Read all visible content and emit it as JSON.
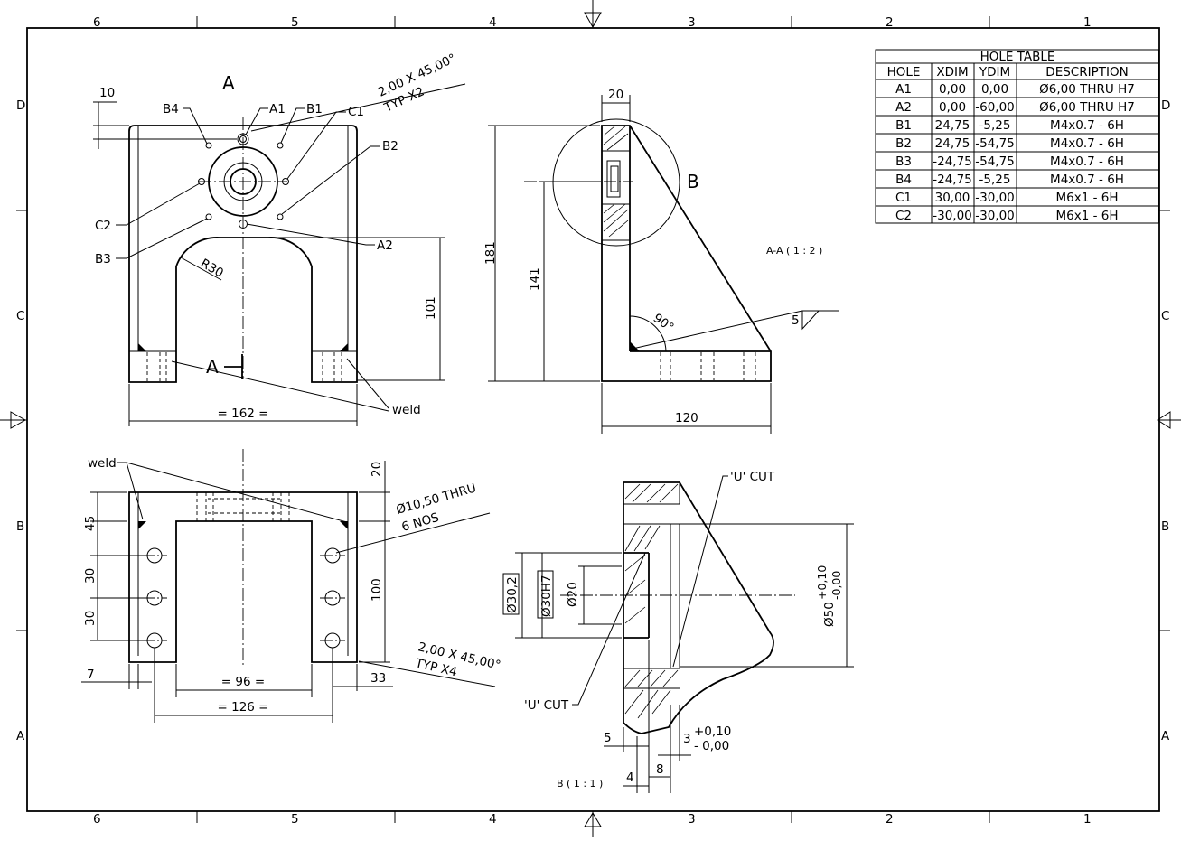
{
  "border": {
    "top_zones": [
      "6",
      "5",
      "4",
      "3",
      "2",
      "1"
    ],
    "side_zones": [
      "D",
      "C",
      "B",
      "A"
    ]
  },
  "hole_table": {
    "title": "HOLE TABLE",
    "columns": [
      "HOLE",
      "XDIM",
      "YDIM",
      "DESCRIPTION"
    ],
    "rows": [
      [
        "A1",
        "0,00",
        "0,00",
        "Ø6,00 THRU H7"
      ],
      [
        "A2",
        "0,00",
        "-60,00",
        "Ø6,00 THRU H7"
      ],
      [
        "B1",
        "24,75",
        "-5,25",
        "M4x0.7 - 6H"
      ],
      [
        "B2",
        "24,75",
        "-54,75",
        "M4x0.7 - 6H"
      ],
      [
        "B3",
        "-24,75",
        "-54,75",
        "M4x0.7 - 6H"
      ],
      [
        "B4",
        "-24,75",
        "-5,25",
        "M4x0.7 - 6H"
      ],
      [
        "C1",
        "30,00",
        "-30,00",
        "M6x1 - 6H"
      ],
      [
        "C2",
        "-30,00",
        "-30,00",
        "M6x1 - 6H"
      ]
    ]
  },
  "front_view": {
    "section_letter": "A",
    "chamfer_note_1": "2,00 X 45,00°",
    "chamfer_note_2": "TYP X2",
    "dim_10": "10",
    "dim_101": "101",
    "dim_162": "= 162 =",
    "radius": "R30",
    "weld": "weld",
    "hole_labels": [
      "B4",
      "A1",
      "B1",
      "C1",
      "B2",
      "C2",
      "B3",
      "A2"
    ]
  },
  "side_view": {
    "dim_20": "20",
    "dim_181": "181",
    "dim_141": "141",
    "dim_120": "120",
    "angle": "90°",
    "detail_letter": "B",
    "weld_size": "5",
    "section_caption": "A-A ( 1 : 2 )"
  },
  "top_view": {
    "weld": "weld",
    "dim_20": "20",
    "dim_45": "45",
    "dim_30a": "30",
    "dim_30b": "30",
    "dim_100": "100",
    "dim_7": "7",
    "dim_96": "= 96 =",
    "dim_126": "= 126 =",
    "dim_33": "33",
    "thru_note_1": "Ø10,50 THRU",
    "thru_note_2": "6 NOS",
    "chamfer_note_1": "2,00 X 45,00°",
    "chamfer_note_2": "TYP  X4"
  },
  "detail_view": {
    "u_cut_top": "'U' CUT",
    "u_cut_bottom": "'U' CUT",
    "dia_302": "Ø30,2",
    "dia_30h7": "Ø30H7",
    "dia_20": "Ø20",
    "dia_50": "Ø50",
    "tol_50_upper": "+0,10",
    "tol_50_lower": "-0,00",
    "dim_5": "5",
    "dim_3": "3",
    "tol_3_upper": "+0,10",
    "tol_3_lower": "- 0,00",
    "dim_4": "4",
    "dim_8": "8",
    "caption": "B ( 1 : 1 )"
  }
}
